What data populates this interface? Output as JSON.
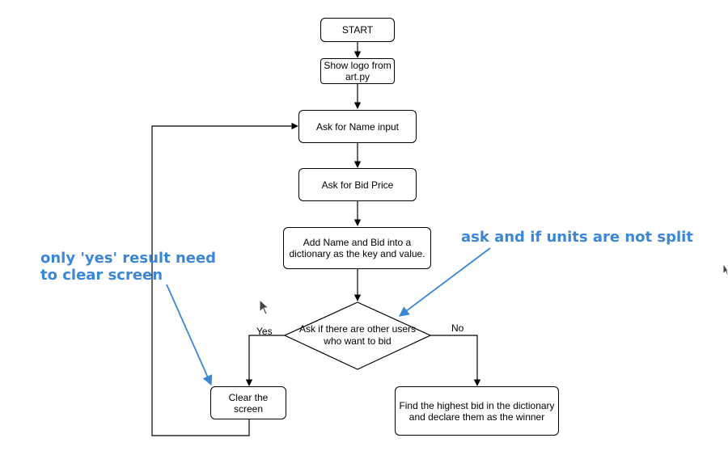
{
  "flowchart": {
    "start": "START",
    "show_logo": "Show logo from art.py",
    "ask_name": "Ask for Name input",
    "ask_bid": "Ask for Bid Price",
    "add_dict": "Add Name and Bid into a dictionary as the key and value.",
    "decision": "Ask if there are other users who want to bid",
    "yes_label": "Yes",
    "no_label": "No",
    "clear_screen": "Clear the screen",
    "find_winner": "Find the highest bid in the dictionary and declare them as the winner"
  },
  "annotations": {
    "left_note": "only 'yes' result need\nto clear screen",
    "right_note": "ask and if units are not split",
    "color": "#3b86d6"
  },
  "icons": [
    "mouse-cursor-icon"
  ]
}
